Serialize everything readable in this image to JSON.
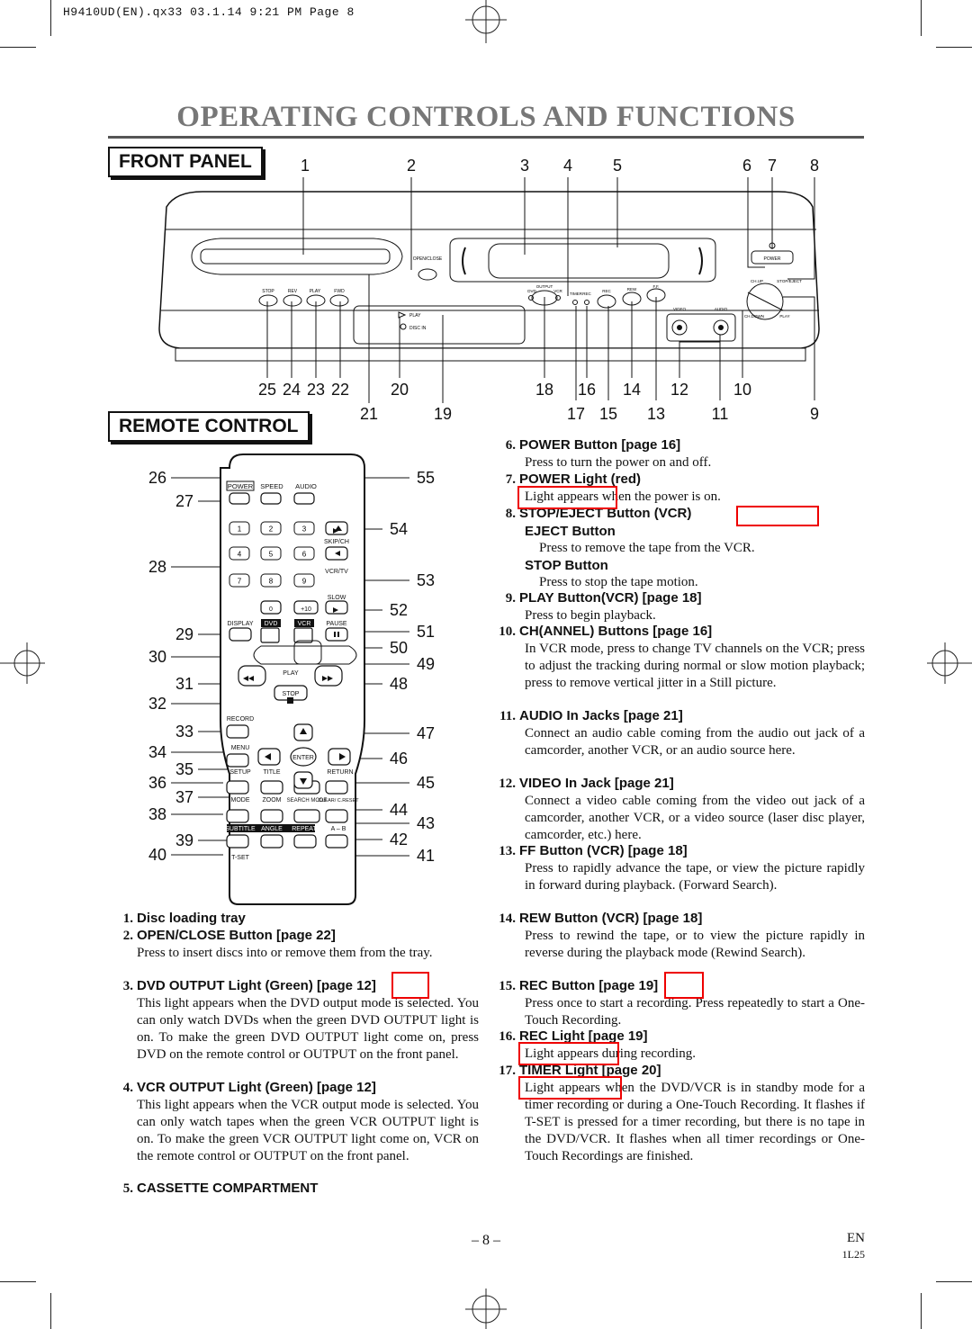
{
  "file_header": "H9410UD(EN).qx33   03.1.14 9:21 PM   Page 8",
  "page_title": "OPERATING CONTROLS AND FUNCTIONS",
  "front_panel": {
    "label": "FRONT PANEL",
    "top_numbers": [
      "1",
      "2",
      "3",
      "4",
      "5",
      "6",
      "7",
      "8"
    ],
    "bottom_numbers_row1": [
      "25",
      "24",
      "23",
      "22",
      "20",
      "18",
      "16",
      "14",
      "12",
      "10"
    ],
    "bottom_numbers_row2": [
      "21",
      "19",
      "17",
      "15",
      "13",
      "11",
      "9"
    ],
    "device_labels": {
      "open_close": "OPEN/CLOSE",
      "stop": "STOP",
      "rev": "REV",
      "play": "PLAY",
      "fwd": "FWD",
      "play_ind": "PLAY",
      "disc_in": "DISC IN",
      "output": "OUTPUT",
      "dvd": "DVD",
      "vcr": "VCR",
      "timer": "TIMER",
      "rec_light": "REC",
      "rec": "REC",
      "rew": "REW",
      "ff": "F.F.",
      "power": "POWER",
      "ch_up": "CH.UP",
      "stop_eject": "STOP/EJECT",
      "ch_down": "CH.DOWN",
      "play2": "PLAY",
      "video": "VIDEO",
      "audio": "AUDIO"
    }
  },
  "remote_control": {
    "label": "REMOTE CONTROL",
    "left_numbers": [
      "26",
      "27",
      "28",
      "29",
      "30",
      "31",
      "32",
      "33",
      "34",
      "35",
      "36",
      "37",
      "38",
      "39",
      "40"
    ],
    "right_numbers": [
      "55",
      "54",
      "53",
      "52",
      "51",
      "50",
      "49",
      "48",
      "47",
      "46",
      "45",
      "44",
      "43",
      "42",
      "41"
    ],
    "keys": {
      "power": "POWER",
      "speed": "SPEED",
      "audio": "AUDIO",
      "skip_ch": "SKIP/CH",
      "vcr_tv": "VCR/TV",
      "slow": "SLOW",
      "zero": "0",
      "plus10": "+10",
      "display": "DISPLAY",
      "dvd": "DVD",
      "vcr": "VCR",
      "pause": "PAUSE",
      "play": "PLAY",
      "stop": "STOP",
      "record": "RECORD",
      "menu": "MENU",
      "enter": "ENTER",
      "setup": "SETUP",
      "title": "TITLE",
      "return": "RETURN",
      "mode": "MODE",
      "zoom": "ZOOM",
      "search_mode": "SEARCH MODE",
      "clear_cset": "CLEAR/ C.RESET",
      "subtitle": "SUBTITLE",
      "angle": "ANGLE",
      "repeat": "REPEAT",
      "ab": "A – B",
      "tset": "T-SET",
      "digits": [
        "1",
        "2",
        "3",
        "4",
        "5",
        "6",
        "7",
        "8",
        "9"
      ]
    }
  },
  "items_left": [
    {
      "n": "1.",
      "head": "Disc loading tray",
      "desc": ""
    },
    {
      "n": "2.",
      "head": "OPEN/CLOSE Button [page 22]",
      "desc": "Press to insert discs into or remove them from the tray."
    },
    {
      "n": "3.",
      "head": "DVD OUTPUT Light (Green) [page 12]",
      "desc": "This light appears when the DVD output mode is selected. You can only watch DVDs when the green DVD OUTPUT light is on. To make the green DVD OUTPUT light come on, press DVD on the remote control or OUTPUT on the front panel."
    },
    {
      "n": "4.",
      "head": "VCR OUTPUT Light (Green) [page 12]",
      "desc": "This light appears when the VCR output mode is selected. You can only watch tapes when the green VCR OUTPUT light is on. To make the green VCR OUTPUT light come on, VCR on the remote control or OUTPUT on the front panel."
    },
    {
      "n": "5.",
      "head": "CASSETTE COMPARTMENT",
      "desc": ""
    }
  ],
  "items_right": [
    {
      "n": "6.",
      "head": "POWER Button [page 16]",
      "desc": "Press to turn the power on and off."
    },
    {
      "n": "7.",
      "head": "POWER Light (red)",
      "desc": "Light appears when the power is on."
    },
    {
      "n": "8.",
      "head": "STOP/EJECT Button (VCR)",
      "sub1": "EJECT Button",
      "sub1desc": "Press to remove the tape from the VCR.",
      "sub2": "STOP Button",
      "sub2desc": "Press to stop the tape motion."
    },
    {
      "n": "9.",
      "head": "PLAY Button(VCR) [page 18]",
      "desc": "Press to begin playback."
    },
    {
      "n": "10.",
      "head": "CH(ANNEL) Buttons [page 16]",
      "desc": "In VCR mode, press to change TV channels on the VCR; press to adjust the tracking during normal or slow motion playback; press to remove vertical jitter in a Still picture."
    },
    {
      "n": "11.",
      "head": "AUDIO In Jacks [page 21]",
      "desc": "Connect an audio cable coming from the audio out jack of a camcorder, another VCR, or an audio source here."
    },
    {
      "n": "12.",
      "head": "VIDEO In Jack [page 21]",
      "desc": "Connect a video cable coming from the video out jack of a camcorder, another VCR, or a video source (laser disc player, camcorder, etc.) here."
    },
    {
      "n": "13.",
      "head": "FF Button (VCR) [page 18]",
      "desc": "Press to rapidly advance the tape, or view the picture rapidly in forward during playback. (Forward Search)."
    },
    {
      "n": "14.",
      "head": "REW Button (VCR) [page 18]",
      "desc": "Press to rewind the tape, or to view the picture rapidly in reverse during the playback mode (Rewind Search)."
    },
    {
      "n": "15.",
      "head": "REC Button [page 19]",
      "desc": "Press once to start a recording. Press repeatedly to start a One-Touch Recording."
    },
    {
      "n": "16.",
      "head": "REC Light [page 19]",
      "desc": "Light appears during recording."
    },
    {
      "n": "17.",
      "head": "TIMER Light [page 20]",
      "desc": "Light appears when the DVD/VCR is in standby mode for a timer recording or during a One-Touch Recording. It flashes if T-SET is pressed for a timer recording, but there is no tape in the DVD/VCR. It flashes when all timer recordings or One-Touch Recordings are finished."
    }
  ],
  "footer": {
    "page": "– 8 –",
    "lang": "EN",
    "code": "1L25"
  }
}
